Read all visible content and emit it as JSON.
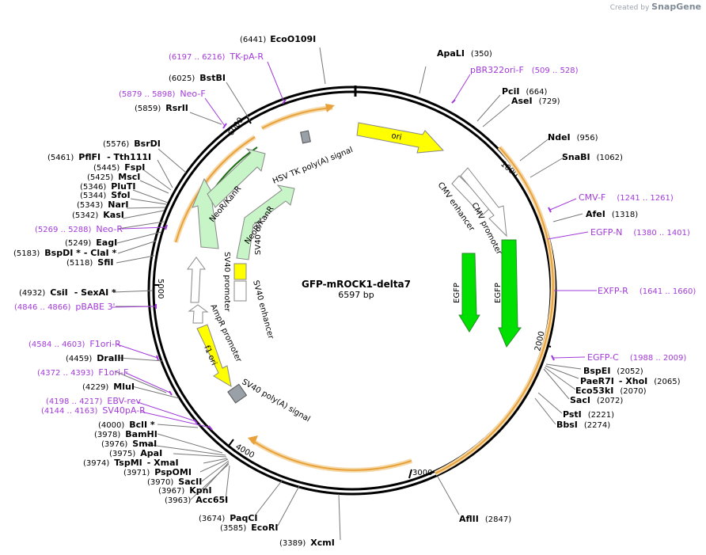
{
  "credit": {
    "prefix": "Created by",
    "brand": "SnapGene"
  },
  "plasmid": {
    "name": "GFP-mROCK1-delta7",
    "length": "6597 bp"
  },
  "ticks": [
    "1000",
    "2000",
    "3000",
    "4000",
    "5000",
    "6000"
  ],
  "features": {
    "ori": "ori",
    "cmv_enh_outer": "CMV enhancer",
    "cmv_prom_outer": "CMV promoter",
    "cmv_enh_inner": "CMV enhancer",
    "cmv_prom_inner": "CMV promoter",
    "egfp_outer": "EGFP",
    "egfp_inner": "EGFP",
    "hsv": "HSV TK poly(A) signal",
    "neor_outer": "NeoR/KanR",
    "neor_inner": "NeoR/KanR",
    "sv40_ori": "SV40 ori",
    "sv40_enh": "SV40 enhancer",
    "sv40_prom_outer": "SV40 promoter",
    "ampr_prom": "AmpR promoter",
    "f1_ori": "f1 ori",
    "sv40_polya": "SV40 poly(A) signal"
  },
  "sites": [
    {
      "id": "ecoo109i",
      "pos": "(6441)",
      "name": "EcoO109I"
    },
    {
      "id": "bstbi",
      "pos": "(6025)",
      "name": "BstBI"
    },
    {
      "id": "rsrii",
      "pos": "(5859)",
      "name": "RsrII"
    },
    {
      "id": "bsrdi",
      "pos": "(5576)",
      "name": "BsrDI"
    },
    {
      "id": "pflfi",
      "pos": "(5461)",
      "name": "PflFI",
      "extra": "- Tth111I"
    },
    {
      "id": "fspi",
      "pos": "(5445)",
      "name": "FspI"
    },
    {
      "id": "msci",
      "pos": "(5425)",
      "name": "MscI"
    },
    {
      "id": "plutI",
      "pos": "(5346)",
      "name": "PluTI"
    },
    {
      "id": "sfoi",
      "pos": "(5344)",
      "name": "SfoI"
    },
    {
      "id": "nari",
      "pos": "(5343)",
      "name": "NarI"
    },
    {
      "id": "kasi",
      "pos": "(5342)",
      "name": "KasI"
    },
    {
      "id": "eagi",
      "pos": "(5249)",
      "name": "EagI"
    },
    {
      "id": "bspdi",
      "pos": "(5183)",
      "name": "BspDI *",
      "extra": "- ClaI *"
    },
    {
      "id": "sfii",
      "pos": "(5118)",
      "name": "SfiI"
    },
    {
      "id": "csii",
      "pos": "(4932)",
      "name": "CsiI",
      "extra": "- SexAI *"
    },
    {
      "id": "draiii",
      "pos": "(4459)",
      "name": "DraIII"
    },
    {
      "id": "mlui",
      "pos": "(4229)",
      "name": "MluI"
    },
    {
      "id": "bcli",
      "pos": "(4000)",
      "name": "BclI *"
    },
    {
      "id": "bamhi",
      "pos": "(3978)",
      "name": "BamHI"
    },
    {
      "id": "smai",
      "pos": "(3976)",
      "name": "SmaI"
    },
    {
      "id": "apai",
      "pos": "(3975)",
      "name": "ApaI"
    },
    {
      "id": "tspmi",
      "pos": "(3974)",
      "name": "TspMI",
      "extra": "- XmaI"
    },
    {
      "id": "pspomi",
      "pos": "(3971)",
      "name": "PspOMI"
    },
    {
      "id": "sacii",
      "pos": "(3970)",
      "name": "SacII"
    },
    {
      "id": "kpni",
      "pos": "(3967)",
      "name": "KpnI"
    },
    {
      "id": "acc65i",
      "pos": "(3963)",
      "name": "Acc65I"
    },
    {
      "id": "paqci",
      "pos": "(3674)",
      "name": "PaqCI"
    },
    {
      "id": "ecori",
      "pos": "(3585)",
      "name": "EcoRI"
    },
    {
      "id": "xcmi",
      "pos": "(3389)",
      "name": "XcmI"
    },
    {
      "id": "afliii",
      "pos": "(2847)",
      "name": "AflII"
    },
    {
      "id": "apali",
      "pos": "(350)",
      "name": "ApaLI"
    },
    {
      "id": "pcii",
      "pos": "(664)",
      "name": "PciI"
    },
    {
      "id": "asei",
      "pos": "(729)",
      "name": "AseI"
    },
    {
      "id": "ndei",
      "pos": "(956)",
      "name": "NdeI"
    },
    {
      "id": "snabi",
      "pos": "(1062)",
      "name": "SnaBI"
    },
    {
      "id": "afei",
      "pos": "(1318)",
      "name": "AfeI"
    },
    {
      "id": "bspei",
      "pos": "(2052)",
      "name": "BspEI"
    },
    {
      "id": "paer7i",
      "pos": "(2065)",
      "name": "PaeR7I",
      "extra": "- XhoI"
    },
    {
      "id": "eco53ki",
      "pos": "(2070)",
      "name": "Eco53kI"
    },
    {
      "id": "saci",
      "pos": "(2072)",
      "name": "SacI"
    },
    {
      "id": "psti",
      "pos": "(2221)",
      "name": "PstI"
    },
    {
      "id": "bbsi",
      "pos": "(2274)",
      "name": "BbsI"
    }
  ],
  "primers": [
    {
      "id": "tk-pa-r",
      "range": "(6197 .. 6216)",
      "name": "TK-pA-R"
    },
    {
      "id": "neo-f",
      "range": "(5879 .. 5898)",
      "name": "Neo-F"
    },
    {
      "id": "neo-r",
      "range": "(5269 .. 5288)",
      "name": "Neo-R"
    },
    {
      "id": "pbabe3",
      "range": "(4846 .. 4866)",
      "name": "pBABE 3'"
    },
    {
      "id": "f1ori-r",
      "range": "(4584 .. 4603)",
      "name": "F1ori-R"
    },
    {
      "id": "f1ori-f",
      "range": "(4372 .. 4393)",
      "name": "F1ori-F"
    },
    {
      "id": "ebv-rev",
      "range": "(4198 .. 4217)",
      "name": "EBV-rev"
    },
    {
      "id": "sv40pa-r",
      "range": "(4144 .. 4163)",
      "name": "SV40pA-R"
    },
    {
      "id": "pbr322ori-f",
      "range": "(509 .. 528)",
      "name": "pBR322ori-F"
    },
    {
      "id": "cmv-f",
      "range": "(1241 .. 1261)",
      "name": "CMV-F"
    },
    {
      "id": "egfp-n",
      "range": "(1380 .. 1401)",
      "name": "EGFP-N"
    },
    {
      "id": "exfp-r",
      "range": "(1641 .. 1660)",
      "name": "EXFP-R"
    },
    {
      "id": "egfp-c",
      "range": "(1988 .. 2009)",
      "name": "EGFP-C"
    }
  ],
  "colors": {
    "primer": "#a23ad9",
    "ori": "#ffff00",
    "egfp": "#00e000",
    "neor": "#c8f5c8",
    "orf": "#e9a23b",
    "signal": "#9aa0a8"
  }
}
